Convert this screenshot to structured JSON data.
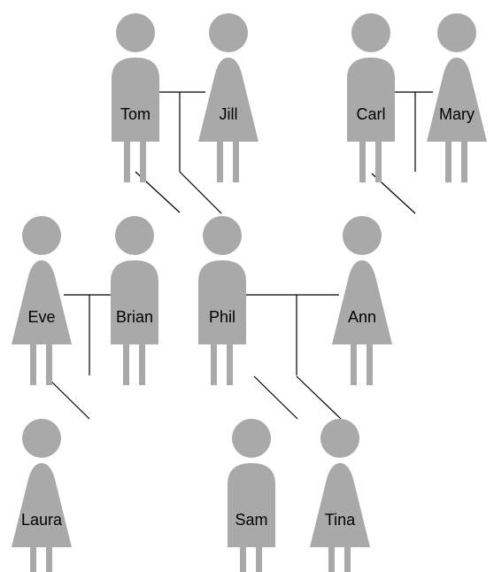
{
  "colors": {
    "figure": "#a9a9a9",
    "line": "#000000",
    "text": "#000000",
    "background": "#ffffff"
  },
  "people": [
    {
      "id": "tom",
      "name": "Tom",
      "shape": "male"
    },
    {
      "id": "jill",
      "name": "Jill",
      "shape": "female"
    },
    {
      "id": "carl",
      "name": "Carl",
      "shape": "male"
    },
    {
      "id": "mary",
      "name": "Mary",
      "shape": "female"
    },
    {
      "id": "eve",
      "name": "Eve",
      "shape": "female"
    },
    {
      "id": "brian",
      "name": "Brian",
      "shape": "male"
    },
    {
      "id": "phil",
      "name": "Phil",
      "shape": "male"
    },
    {
      "id": "ann",
      "name": "Ann",
      "shape": "female"
    },
    {
      "id": "laura",
      "name": "Laura",
      "shape": "female"
    },
    {
      "id": "sam",
      "name": "Sam",
      "shape": "male"
    },
    {
      "id": "tina",
      "name": "Tina",
      "shape": "female"
    }
  ],
  "couples": [
    {
      "id": "tom-jill",
      "partners": [
        "tom",
        "jill"
      ]
    },
    {
      "id": "carl-mary",
      "partners": [
        "carl",
        "mary"
      ]
    },
    {
      "id": "eve-brian",
      "partners": [
        "eve",
        "brian"
      ]
    },
    {
      "id": "phil-ann",
      "partners": [
        "phil",
        "ann"
      ]
    }
  ],
  "parent_child": [
    {
      "couple": "tom-jill",
      "child": "phil"
    },
    {
      "couple": "carl-mary",
      "child": null
    },
    {
      "couple": "eve-brian",
      "child": null
    },
    {
      "couple": "phil-ann",
      "child": "tina"
    }
  ]
}
